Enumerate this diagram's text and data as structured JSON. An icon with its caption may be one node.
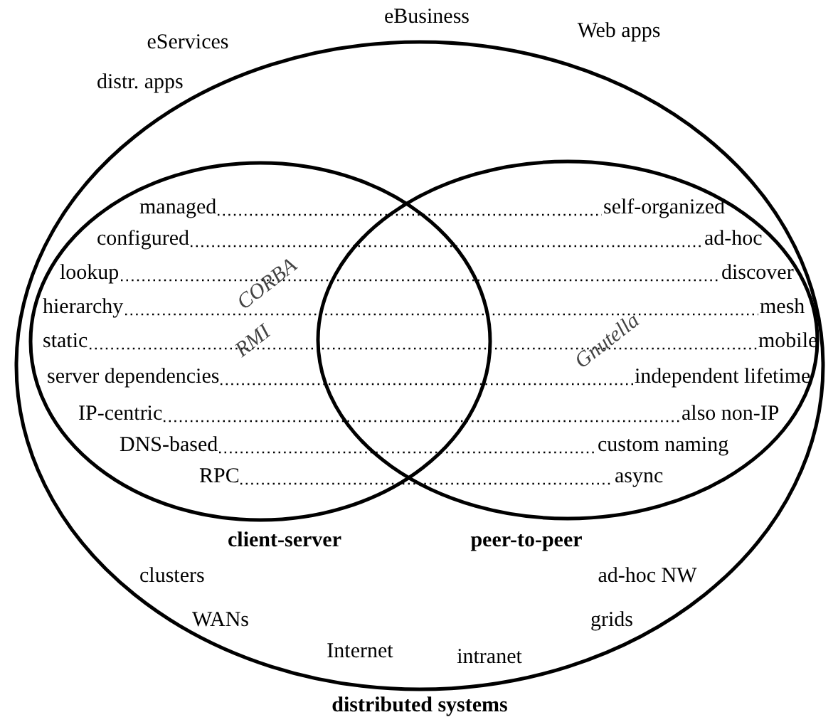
{
  "diagram": {
    "nodes": [
      {
        "text": [
          "distributed systems"
        ]
      },
      {
        "text": [
          "client-server"
        ],
        "in": 0
      },
      {
        "text": [
          "peer-to-peer"
        ],
        "in": 0
      }
    ],
    "edges": [],
    "labels": [
      "eBusiness",
      "Web apps",
      "eServices",
      "distr. apps",
      "managed",
      "self-organized",
      "configured",
      "ad-hoc",
      "lookup",
      "discover",
      "hierarchy",
      "mesh",
      "static",
      "mobile",
      "server dependencies",
      "independent lifetime",
      "IP-centric",
      "also non-IP",
      "DNS-based",
      "custom naming",
      "RPC",
      "async",
      "CORBA",
      "RMI",
      "Gnutella",
      "clusters",
      "ad-hoc NW",
      "WANs",
      "grids",
      "Internet",
      "intranet"
    ]
  }
}
